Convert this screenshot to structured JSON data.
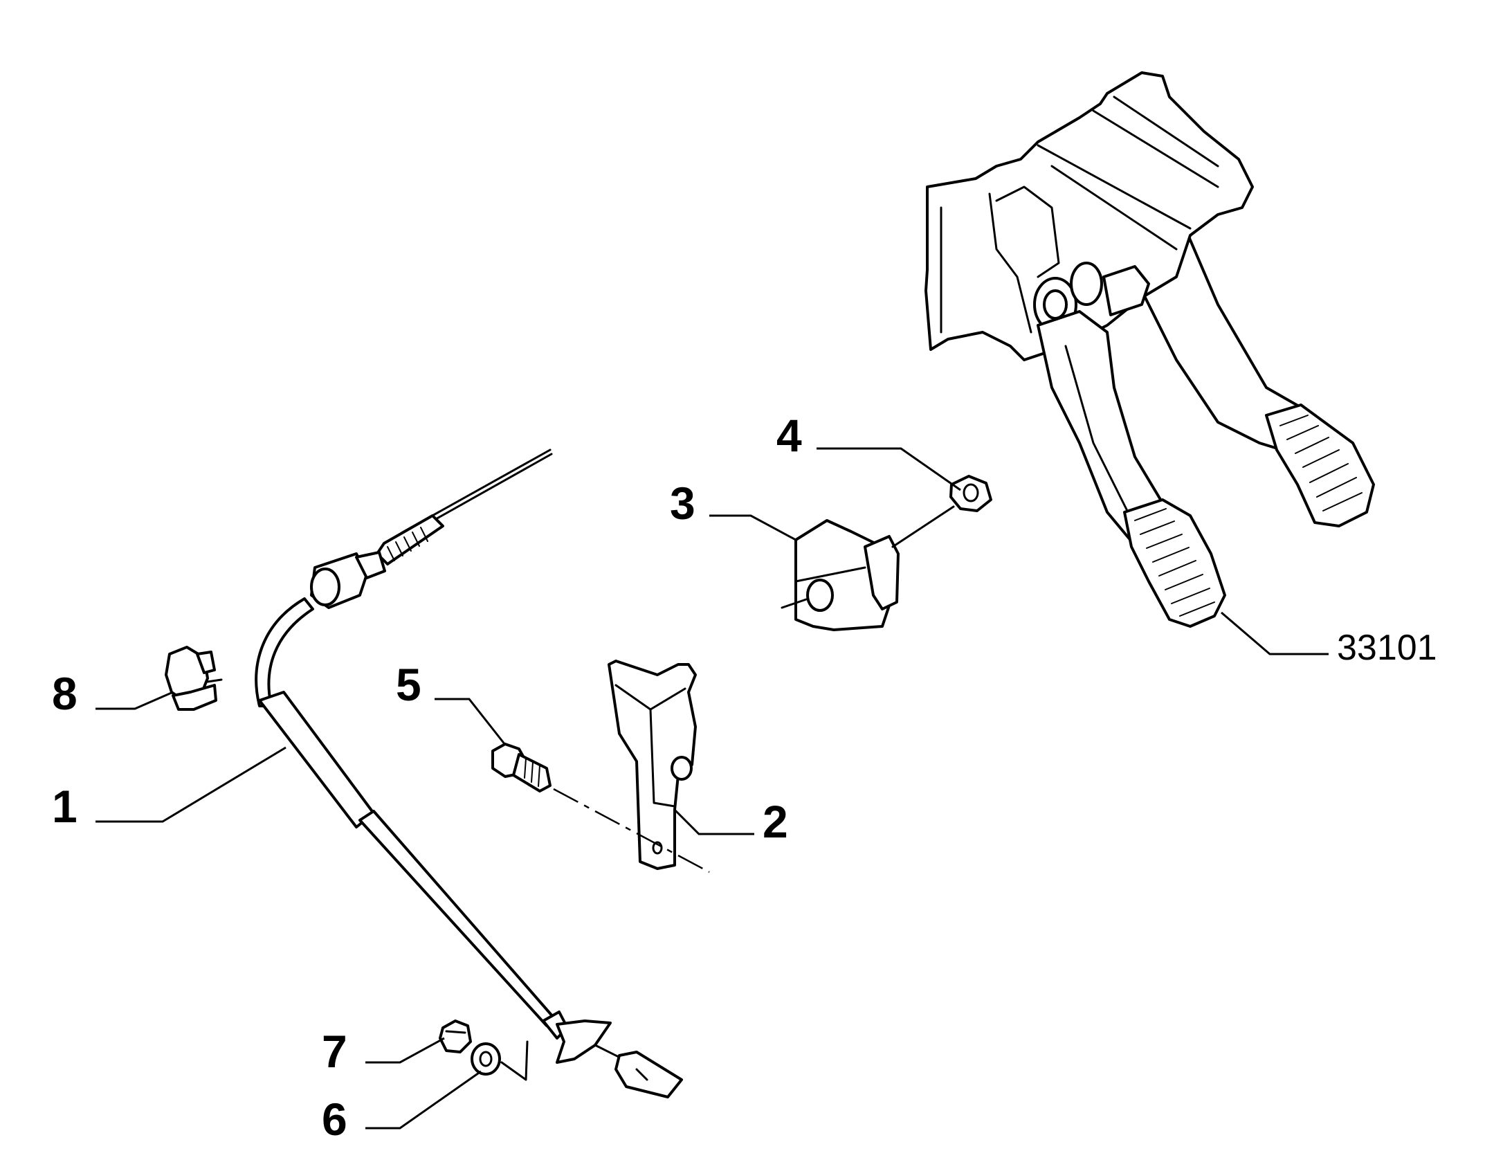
{
  "callouts": {
    "c1": "1",
    "c2": "2",
    "c3": "3",
    "c4": "4",
    "c5": "5",
    "c6": "6",
    "c7": "7",
    "c8": "8",
    "ref": "33101"
  },
  "colors": {
    "line": "#000000",
    "background": "#ffffff"
  }
}
